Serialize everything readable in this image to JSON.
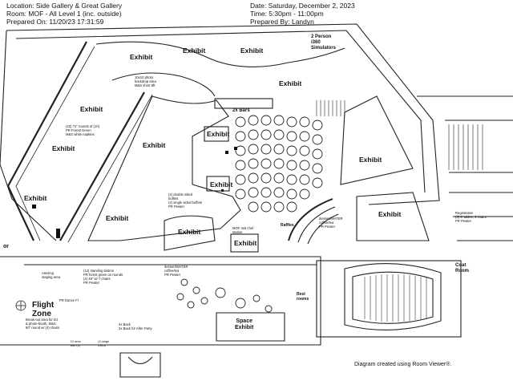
{
  "header": {
    "location": "Location:  Side Gallery & Great Gallery",
    "room": "Room:  MOF - All Level 1 (inc. outside)",
    "prepared_on": "Prepared On: 11/20/23 17:31:59",
    "date": "Date: Saturday, December 2, 2023",
    "time": "Time: 5:30pm - 11:00pm",
    "prepared_by": "Prepared By:  Landyn"
  },
  "labels": {
    "exhibit": "Exhibit",
    "vr": "2 Person\ni360\nSimulators",
    "bars": "2x Bars",
    "rafflea": "Raffles",
    "flight_zone": "Flight\nZone",
    "space_exhibit": "Space\nExhibit",
    "coat_room": "Coat\nRoom",
    "fresh_rooms": "Rest\nrooms",
    "left_edge": "or"
  },
  "notes": {
    "exhibit_backdrop": "10x10 photo\nbackdrop area\nM&S short 8ft",
    "rounds": "(42) 72\" rounds of (10)\nPR Forest Green\nM&S white napkins",
    "double_bars": "(2) double sided\nbuffets\n(2) single sided buffets\nPR Pewter",
    "high_tops": "(12) standing bistros\nPR forest green on rounds\n(4) 48\" w/ 7 chairs\nPR Pewter",
    "dessert": "dessert/WATER\ncoffee/tea\nPR Pewter",
    "dessert2": "dessert/WATER\ncoffee/tea\nPR Pewter",
    "registration": "Registration\n(3) 6' tables, 6 chairs\nPR Pewter",
    "breakout": "Break-out area for DJ\n& photo-booth, M&S\n80\" round w/ (4) chairs",
    "buffet_reg": "MOF 4x8 chef\nstation",
    "pr_dance": "PR Dance Fl",
    "staging": "catering\nstaging area",
    "back_bar": "4x Back\n2x Back for After Party",
    "dj_area": "DJ area\nwith (4)",
    "small_stage": "(1) stage\n24x16"
  },
  "footer": {
    "credit": "Diagram created using Room Viewer®."
  }
}
